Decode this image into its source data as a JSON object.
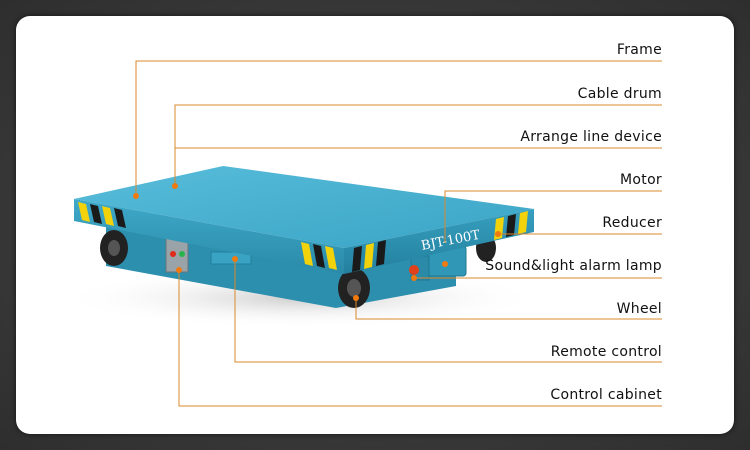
{
  "diagram": {
    "vehicle_marking": "BJT-100T",
    "callouts": [
      {
        "id": "frame",
        "label": "Frame"
      },
      {
        "id": "cable-drum",
        "label": "Cable drum"
      },
      {
        "id": "arrange-line-device",
        "label": "Arrange line device"
      },
      {
        "id": "motor",
        "label": "Motor"
      },
      {
        "id": "reducer",
        "label": "Reducer"
      },
      {
        "id": "alarm-lamp",
        "label": "Sound&light alarm lamp"
      },
      {
        "id": "wheel",
        "label": "Wheel"
      },
      {
        "id": "remote-control",
        "label": "Remote control"
      },
      {
        "id": "control-cabinet",
        "label": "Control cabinet"
      }
    ],
    "colors": {
      "body": "#3fa9c9",
      "top": "#4db4d3",
      "stripe_yellow": "#f2d20a",
      "stripe_dark": "#1a1a1a",
      "leader": "#d98a2b",
      "dot": "#f07a10"
    }
  }
}
